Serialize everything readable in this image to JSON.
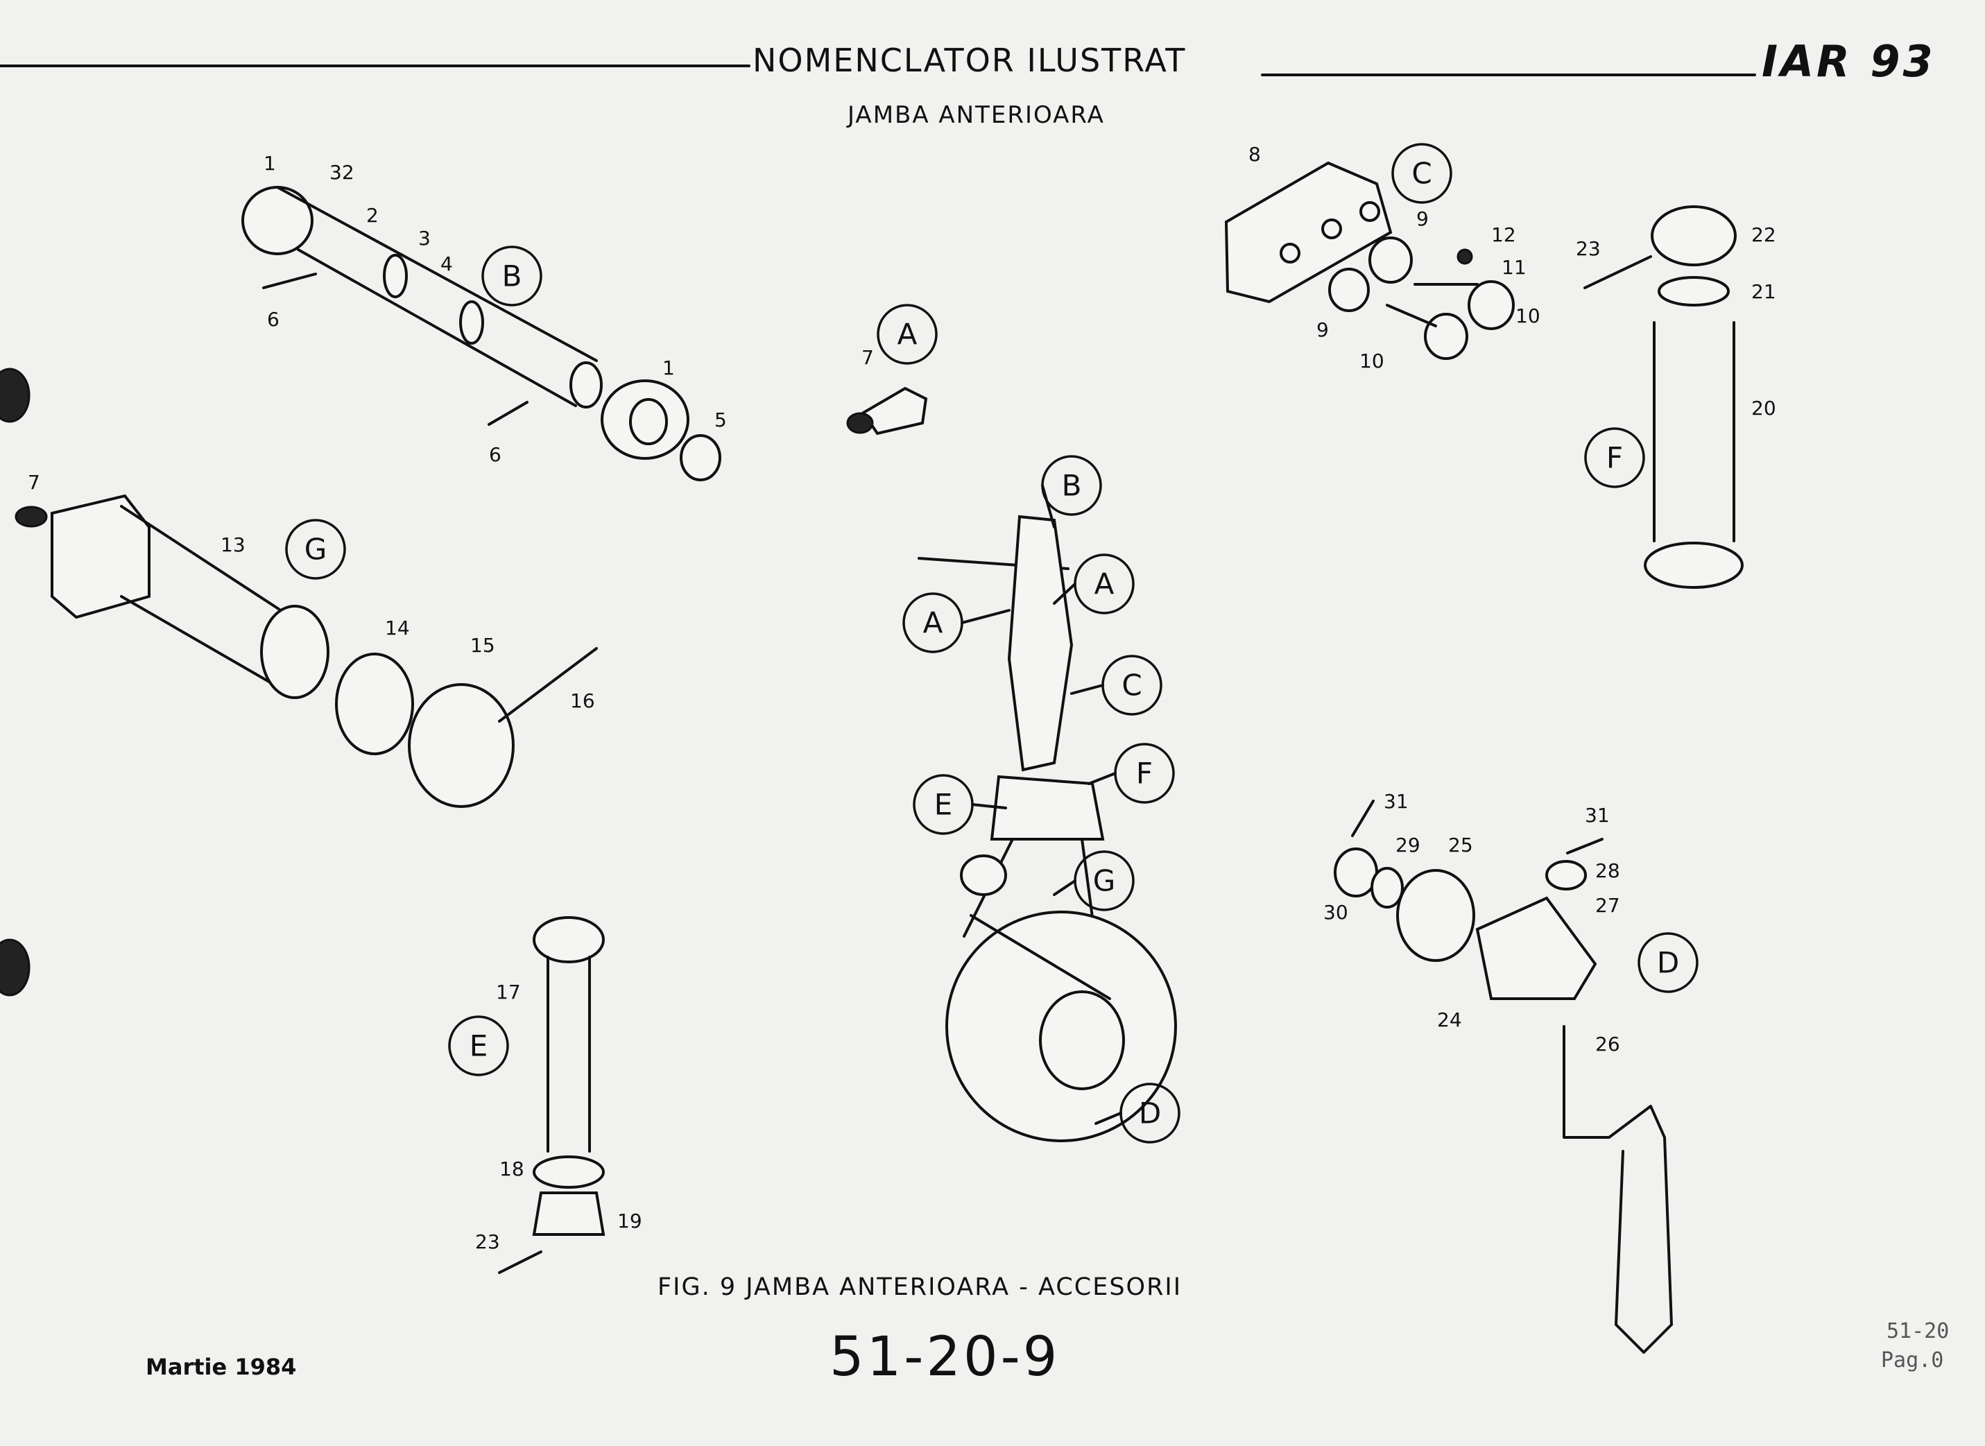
{
  "header": {
    "title": "NOMENCLATOR ILUSTRAT",
    "subtitle": "JAMBA ANTERIOARA",
    "logo": "IAR 93"
  },
  "caption": "FIG. 9 JAMBA ANTERIOARA - ACCESORII",
  "page_number": "51-20-9",
  "date": "Martie 1984",
  "ref": {
    "chapter": "51-20",
    "page": "Pag.0"
  },
  "callouts": {
    "B": "B",
    "A": "A",
    "C": "C",
    "F": "F",
    "G": "G",
    "E": "E",
    "D": "D"
  },
  "part_numbers": {
    "p1": "1",
    "p2": "2",
    "p3": "3",
    "p4": "4",
    "p5": "5",
    "p6": "6",
    "p7": "7",
    "p8": "8",
    "p9": "9",
    "p10": "10",
    "p11": "11",
    "p12": "12",
    "p13": "13",
    "p14": "14",
    "p15": "15",
    "p16": "16",
    "p17": "17",
    "p18": "18",
    "p19": "19",
    "p20": "20",
    "p21": "21",
    "p22": "22",
    "p23": "23",
    "p24": "24",
    "p25": "25",
    "p26": "26",
    "p27": "27",
    "p28": "28",
    "p29": "29",
    "p30": "30",
    "p31": "31",
    "p32": "32"
  }
}
